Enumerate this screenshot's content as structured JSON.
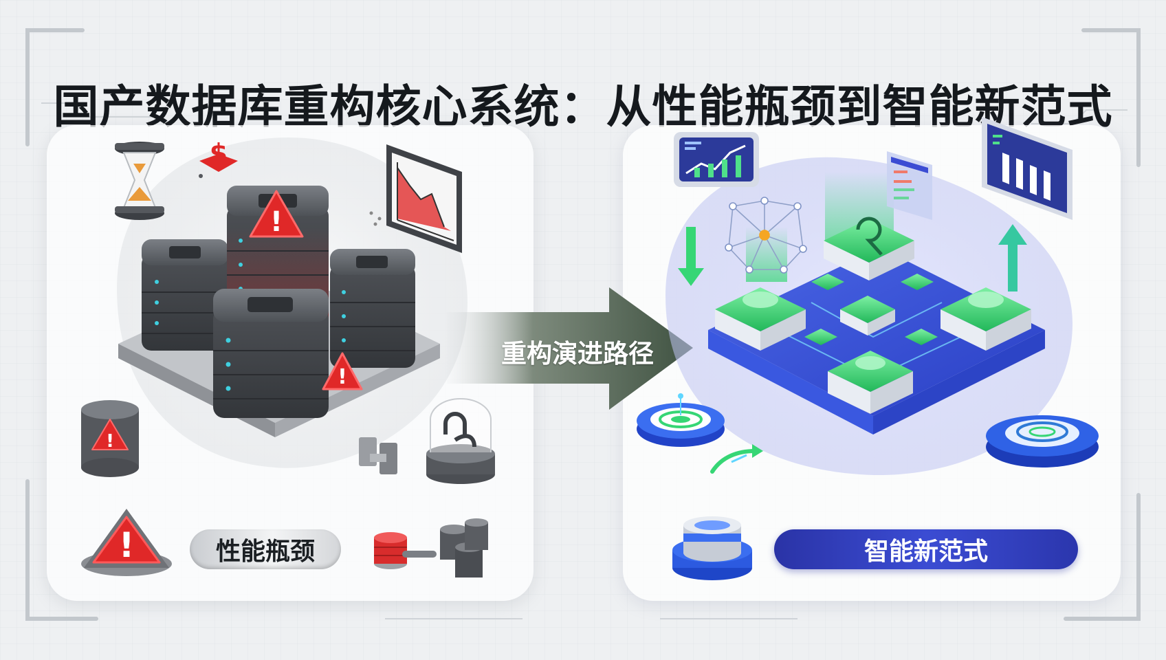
{
  "title": "国产数据库重构核心系统：从性能瓶颈到智能新范式",
  "left": {
    "label": "性能瓶颈"
  },
  "right": {
    "label": "智能新范式"
  },
  "arrow": {
    "label": "重构演进路径"
  },
  "colors": {
    "title": "#15191d",
    "warning": "#e02828",
    "server_dark": "#55585d",
    "arrow": "#4b5c4c",
    "intelligent_green": "#2bd06a",
    "intelligent_blue": "#3b4cd3"
  },
  "icons": [
    "hourglass-icon",
    "dollar-warning-icon",
    "declining-chart-icon",
    "warning-triangle-icon",
    "database-warning-icon",
    "broken-link-icon",
    "lock-icon",
    "disk-stack-icon",
    "trend-chart-icon",
    "network-graph-icon",
    "bar-chart-icon",
    "down-arrow-icon",
    "up-arrow-icon",
    "target-node-icon",
    "cycle-arrow-icon",
    "database-cylinder-icon"
  ]
}
